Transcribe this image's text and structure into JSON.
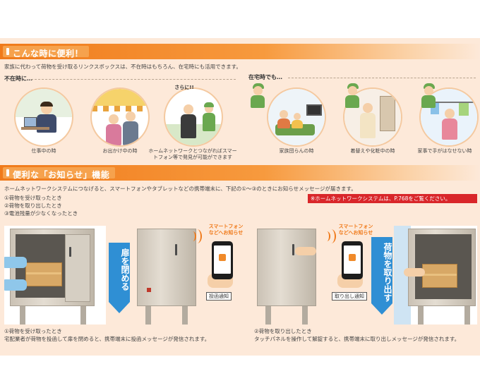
{
  "section1": {
    "title": "こんな時に便利！",
    "intro": "家族に代わって荷物を受け取るリンクスボックスは、不在時はもちろん、在宅時にも活用できます。",
    "absent_heading": "不在時に…",
    "present_heading": "在宅時でも…",
    "scenes": [
      {
        "label": "仕事中の時"
      },
      {
        "label": "お出かけ中の時"
      },
      {
        "label_line1": "ホームネットワークとつながればスマー",
        "label_line2": "トフォン等で発見が可能ができます",
        "callout": "さらに!!"
      },
      {
        "label": "家族団らんの時"
      },
      {
        "label": "着替えや化粧中の時"
      },
      {
        "label": "家事で手がはなせない時"
      }
    ]
  },
  "section2": {
    "title": "便利な「お知らせ」機能",
    "intro": "ホームネットワークシステムにつなげると、スマートフォンやタブレットなどの携帯端末に、下記の①～③のときにお知らせメッセージが届きます。",
    "items": [
      "①荷物を受け取ったとき",
      "②荷物を取り出したとき",
      "③電池残量が少なくなったとき"
    ],
    "notice": "※ホームネットワークシステムは、P.768をご覧ください。"
  },
  "panel_left": {
    "arrow_text": "扉を閉める",
    "smart_label_line1": "スマートフォン",
    "smart_label_line2": "などへお知らせ",
    "tag": "投函通知",
    "caption_title": "①荷物を受け取ったとき",
    "caption_body": "宅配業者が荷物を投函して扉を閉めると、携帯端末に投函メッセージが発信されます。"
  },
  "panel_right": {
    "arrow_text": "荷物を取り出す",
    "smart_label_line1": "スマートフォン",
    "smart_label_line2": "などへお知らせ",
    "tag": "取り出し通知",
    "caption_title": "②荷物を取り出したとき",
    "caption_body": "タッチパネルを操作して解錠すると、携帯端末に取り出しメッセージが発信されます。"
  },
  "colors": {
    "accent_orange": "#f07a1a",
    "background_peach": "#fde9d9",
    "notice_red": "#d9262a",
    "arrow_blue": "#2f8fd4"
  }
}
